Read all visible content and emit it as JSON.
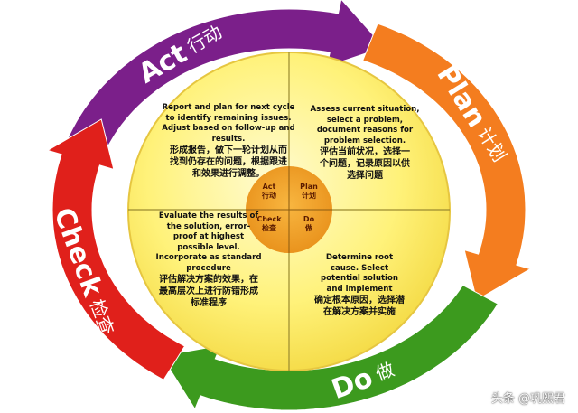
{
  "arrows": [
    {
      "key": "act",
      "en": "Act",
      "zh": "行动",
      "color": "#7b1f8a"
    },
    {
      "key": "plan",
      "en": "Plan",
      "zh": "计划",
      "color": "#f47d1f"
    },
    {
      "key": "do",
      "en": "Do",
      "zh": "做",
      "color": "#3c9a1e"
    },
    {
      "key": "check",
      "en": "Check",
      "zh": "检查",
      "color": "#e0201b"
    }
  ],
  "quadrants": {
    "act": {
      "en": "Report and plan for next cycle to identify remaining issues. Adjust based on follow-up and results.",
      "zh": "形成报告，做下一轮计划从而找到仍存在的问题，根据跟进和效果进行调整。"
    },
    "plan": {
      "en": "Assess current situation, select a problem, document reasons for problem selection.",
      "zh": "评估当前状况，选择一个问题，记录原因以供选择问题"
    },
    "check": {
      "en": "Evaluate the results of the solution, error-proof at highest possible level. Incorporate as standard procedure",
      "zh": "评估解决方案的效果，在最高层次上进行防错形成标准程序"
    },
    "do": {
      "en": "Determine root cause. Select potential solution and implement",
      "zh": "确定根本原因，选择潜在解决方案并实施"
    }
  },
  "core": {
    "act": {
      "en": "Act",
      "zh": "行动"
    },
    "plan": {
      "en": "Plan",
      "zh": "计划"
    },
    "check": {
      "en": "Check",
      "zh": "检查"
    },
    "do": {
      "en": "Do",
      "zh": "做"
    }
  },
  "colors": {
    "disc": "#fff27a",
    "core": "#f0a020"
  },
  "watermark": "头条 @巩熙君"
}
